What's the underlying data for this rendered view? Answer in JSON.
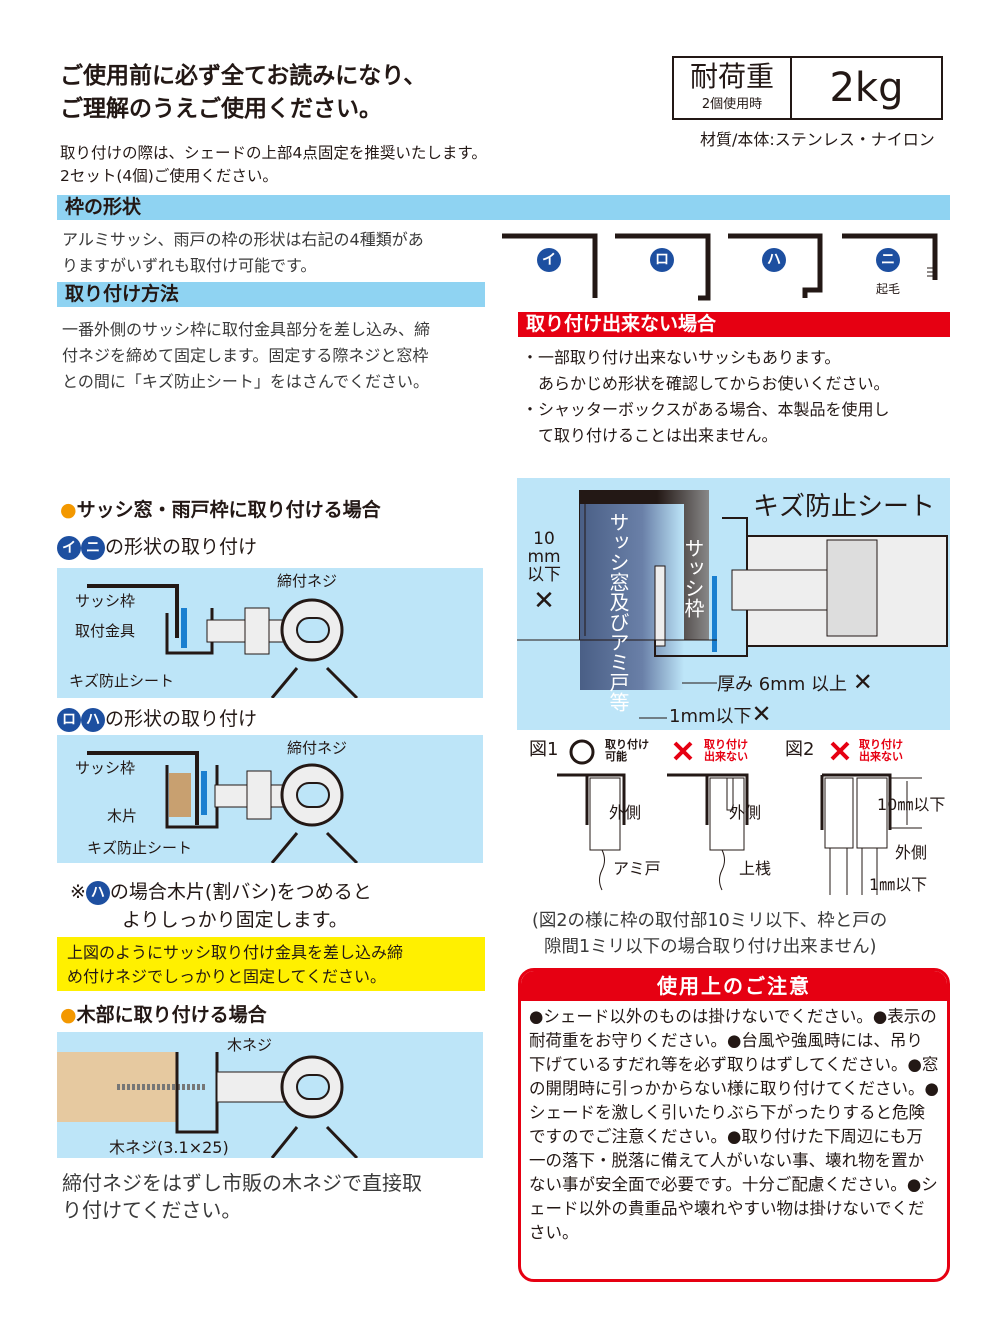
{
  "title": {
    "line1": "ご使用前に必ず全てお読みになり、",
    "line2": "ご理解のうえご使用ください。"
  },
  "load": {
    "label": "耐荷重",
    "sub": "2個使用時",
    "value": "2kg"
  },
  "material": "材質/本体:ステンレス・ナイロン",
  "intro": {
    "line1": "取り付けの際は、シェードの上部4点固定を推奨いたします。",
    "line2": "2セット(4個)ご使用ください。"
  },
  "frame_shape": {
    "heading": "枠の形状",
    "text1": "アルミサッシ、雨戸の枠の形状は右記の4種類があ",
    "text2": "りますがいずれも取付け可能です。",
    "shapes": [
      "イ",
      "ロ",
      "ハ",
      "ニ"
    ],
    "raised_label": "起毛"
  },
  "method": {
    "heading": "取り付け方法",
    "line1": "一番外側のサッシ枠に取付金具部分を差し込み、締",
    "line2": "付ネジを締めて固定します。固定する際ネジと窓枠",
    "line3": "との間に「キズ防止シート」をはさんでください。"
  },
  "cannot": {
    "heading": "取り付け出来ない場合",
    "b1a": "・一部取り付け出来ないサッシもあります。",
    "b1b": "あらかじめ形状を確認してからお使いください。",
    "b2a": "・シャッターボックスがある場合、本製品を使用し",
    "b2b": "て取り付けることは出来ません。"
  },
  "sash": {
    "heading": "サッシ窓・雨戸枠に取り付ける場合",
    "sub1": "の形状の取り付け",
    "sub1_marks": [
      "イ",
      "ニ"
    ],
    "sub2": "の形状の取り付け",
    "sub2_marks": [
      "ロ",
      "ハ"
    ],
    "p1": {
      "screw": "締付ネジ",
      "frame": "サッシ枠",
      "bracket": "取付金具",
      "sheet": "キズ防止シート"
    },
    "p2": {
      "screw": "締付ネジ",
      "frame": "サッシ枠",
      "wood": "木片",
      "sheet": "キズ防止シート"
    },
    "note_prefix": "※",
    "note_mark": "ハ",
    "note1": "の場合木片(割バシ)をつめると",
    "note2": "よりしっかり固定します。",
    "yellow1": "上図のようにサッシ取り付け金具を差し込み締",
    "yellow2": "め付けネジでしっかりと固定してください。"
  },
  "wood": {
    "heading": "木部に取り付ける場合",
    "screw": "木ネジ",
    "screw_size": "木ネジ(3.1×25)",
    "line1": "締付ネジをはずし市販の木ネジで直接取",
    "line2": "り付けてください。"
  },
  "detail": {
    "sheet": "キズ防止シート",
    "dim": "10\nmm\n以下",
    "dim_l1": "10",
    "dim_l2": "mm",
    "dim_l3": "以下",
    "x": "✕",
    "door": "サッシ窓及びアミ戸等",
    "frame": "サッシ枠",
    "thick": "厚み 6mm 以上",
    "gap": "1mm以下"
  },
  "figs": {
    "fig1": "図1",
    "ok1": "取り付け",
    "ok2": "可能",
    "ng1": "取り付け",
    "ng2": "出来ない",
    "outside": "外側",
    "screen": "アミ戸",
    "rail": "上桟",
    "fig2": "図2",
    "ten": "10㎜以下",
    "one": "1㎜以下",
    "cap1": "(図2の様に枠の取付部10ミリ以下、枠と戸の",
    "cap2": "隙間1ミリ以下の場合取り付け出来ません)"
  },
  "notice": {
    "heading": "使用上のご注意",
    "body": "●シェード以外のものは掛けないでください。●表示の耐荷重をお守りください。●台風や強風時には、吊り下げているすだれ等を必ず取りはずしてください。●窓の開閉時に引っかからない様に取り付けてください。●シェードを激しく引いたりぶら下がったりすると危険ですのでご注意ください。●取り付けた下周辺にも万一の落下・脱落に備えて人がいない事、壊れ物を置かない事が安全面で必要です。十分ご配慮ください。●シェード以外の貴重品や壊れやすい物は掛けないでください。"
  },
  "colors": {
    "blue_bar": "#8fd3f2",
    "red": "#e60012",
    "panel": "#bde5f8",
    "yellow": "#fff000",
    "mark": "#1d4fa0"
  }
}
